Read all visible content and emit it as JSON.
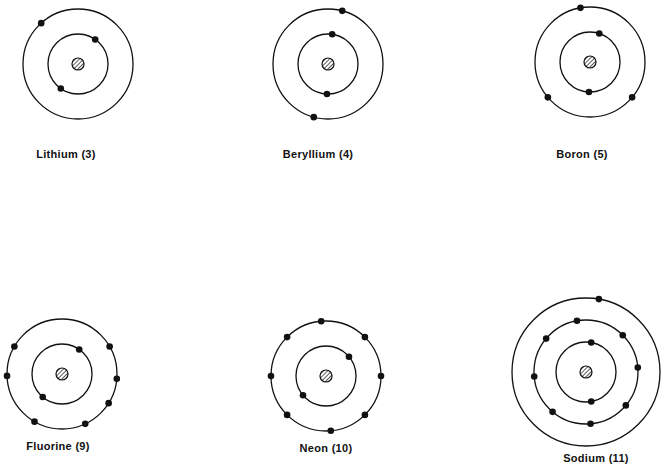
{
  "diagram": {
    "labels": [
      "Lithium (3)",
      "Beryllium (4)",
      "Boron (5)",
      "Fluorine (9)",
      "Neon (10)",
      "Sodium (11)"
    ]
  }
}
